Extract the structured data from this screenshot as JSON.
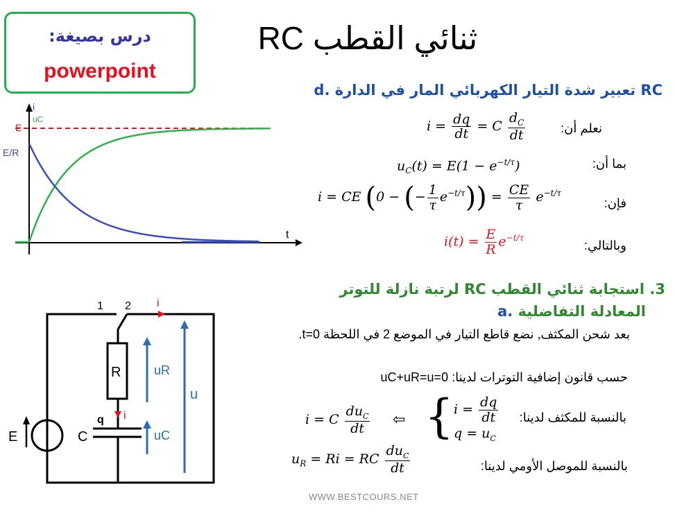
{
  "badge": {
    "line1": "درس بصيغة:",
    "line2": "powerpoint"
  },
  "title": "ثنائي القطب RC",
  "section_d": {
    "marker": "d.",
    "heading": "تعبير شدة التيار الكهربائي المار في الدارة RC"
  },
  "eq_lines": [
    {
      "label": "نعلم أن:"
    },
    {
      "label": "بما أن:"
    },
    {
      "label": "فإن:"
    },
    {
      "label": "وبالتالي:"
    }
  ],
  "section_3": {
    "marker": "3.",
    "heading": "استجابة ثنائي القطب RC لرتبة نازلة للتوتر"
  },
  "section_a": {
    "marker": "a.",
    "heading": "المعادلة التفاضلية"
  },
  "paragraph": "بعد شحن المكثف, نضع قاطع التيار في الموضع 2 في اللحظة t=0.",
  "kvl": {
    "label": "حسب قانون إضافية التوترات لدينا:",
    "expr": "uC+uR=u=0"
  },
  "capacitor_line": {
    "label": "بالنسبة للمكثف لدينا:"
  },
  "resistor_line": {
    "label": "بالنسبة للموصل الأومي لدينا:"
  },
  "graph": {
    "labels": {
      "i": "i",
      "uc": "uC",
      "E": "E",
      "ER": "E/R",
      "t": "t"
    },
    "colors": {
      "uc": "#2db34a",
      "i": "#3b4cc0",
      "E": "#e8101c"
    }
  },
  "circuit": {
    "labels": {
      "pos1": "1",
      "pos2": "2",
      "i_top": "i",
      "R": "R",
      "uR": "uR",
      "u": "u",
      "q": "q",
      "i_mid": "i",
      "C": "C",
      "uC": "uC",
      "E": "E"
    },
    "colors": {
      "arrow": "#2b6cb0",
      "current": "#e8101c",
      "wire": "#000000"
    }
  },
  "footer": "WWW.BESTCOURS.NET"
}
